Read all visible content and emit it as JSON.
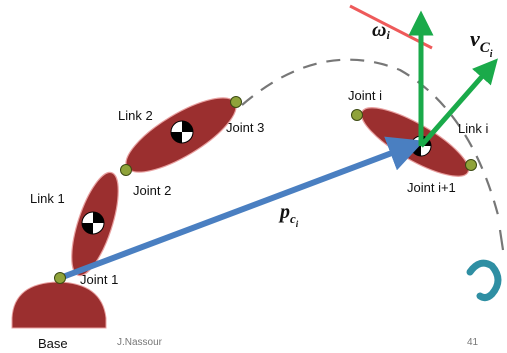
{
  "diagram": {
    "links": [
      "Link 1",
      "Link 2",
      "Link i"
    ],
    "joints": [
      "Joint 1",
      "Joint 2",
      "Joint 3",
      "Joint i",
      "Joint i+1"
    ],
    "base_label": "Base",
    "vector_p": {
      "main": "p",
      "sub": "c",
      "subsub": "i"
    },
    "vector_v": {
      "main": "v",
      "sub": "C",
      "subsub": "i"
    },
    "omega": {
      "main": "ω",
      "sub": "i"
    }
  },
  "footer": {
    "author": "J.Nassour",
    "page_number": "41"
  },
  "colors": {
    "link_fill": "#9b2f2f",
    "link_stroke": "#e8a0a0",
    "joint_fill": "#8fa33a",
    "position_vector": "#4a7fc1",
    "velocity_vector": "#1aaa4a",
    "omega_line": "#ee5a5a",
    "dashed_arc": "#777777",
    "hook": "#2f8fa3"
  }
}
